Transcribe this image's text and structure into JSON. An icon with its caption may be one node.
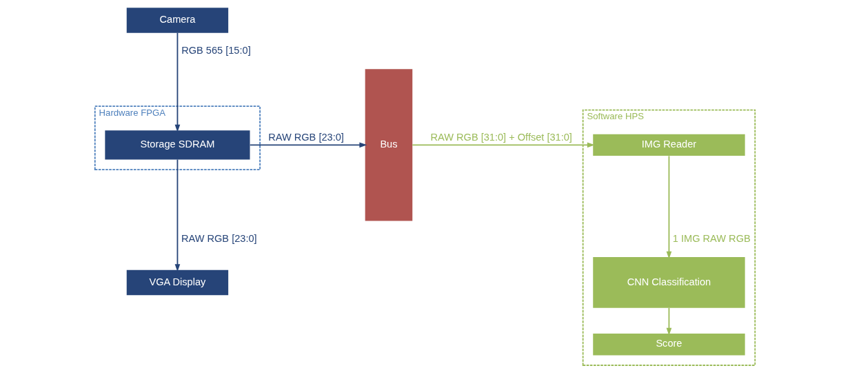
{
  "diagram": {
    "nodes": [
      {
        "text": [
          "Camera"
        ]
      },
      {
        "text": [
          "Hardware FPGA"
        ]
      },
      {
        "text": [
          "Storage SDRAM"
        ],
        "in": 1
      },
      {
        "text": [
          "VGA Display"
        ]
      },
      {
        "text": [
          "Bus"
        ]
      },
      {
        "text": [
          "Software HPS"
        ]
      },
      {
        "text": [
          "IMG Reader"
        ],
        "in": 5
      },
      {
        "text": [
          "CNN Classification"
        ],
        "in": 5
      },
      {
        "text": [
          "Score"
        ],
        "in": 5
      }
    ],
    "edges": [
      {
        "from": 0,
        "to": 2,
        "arrow": "to",
        "label": "RGB 565 [15:0]"
      },
      {
        "from": 2,
        "to": 4,
        "arrow": "to",
        "label": "RAW RGB [23:0]"
      },
      {
        "from": 2,
        "to": 3,
        "arrow": "to",
        "label": "RAW RGB [23:0]"
      },
      {
        "from": 4,
        "to": 6,
        "arrow": "to",
        "label": "RAW RGB [31:0] + Offset [31:0]",
        "color": "#9bbb59"
      },
      {
        "from": 6,
        "to": 7,
        "arrow": "to",
        "label": "1 IMG RAW RGB",
        "color": "#9bbb59"
      },
      {
        "from": 7,
        "to": 8,
        "arrow": "to",
        "color": "#9bbb59"
      }
    ]
  }
}
